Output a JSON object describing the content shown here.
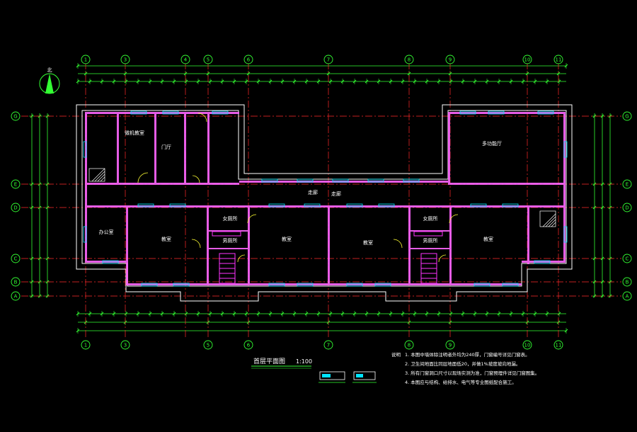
{
  "drawing": {
    "title": "首层平面图",
    "scale": "1:100",
    "north_label": "北"
  },
  "colors": {
    "background": "#000000",
    "axis": "#ff2a2a",
    "wall": "#ffffff",
    "wall_fill": "#ff66ff",
    "dimension": "#33ff33",
    "window": "#00e5ff",
    "door": "#ffff33",
    "text": "#ffffff",
    "fixture": "#ff33ff"
  },
  "axes_top": [
    "1",
    "3",
    "4",
    "5",
    "6",
    "7",
    "8",
    "9",
    "10",
    "11"
  ],
  "axes_bottom": [
    "1",
    "3",
    "5",
    "6",
    "7",
    "8",
    "9",
    "10",
    "11"
  ],
  "axes_side": [
    "G",
    "E",
    "D",
    "C",
    "B",
    "A"
  ],
  "rooms": [
    {
      "id": "r1",
      "label": "微机教室"
    },
    {
      "id": "r2",
      "label": "门厅"
    },
    {
      "id": "r3",
      "label": "教室"
    },
    {
      "id": "r4",
      "label": "教室"
    },
    {
      "id": "r5",
      "label": "教室"
    },
    {
      "id": "r6",
      "label": "教室"
    },
    {
      "id": "r7",
      "label": "多功能厅"
    },
    {
      "id": "r8",
      "label": "女厕所"
    },
    {
      "id": "r9",
      "label": "男厕所"
    },
    {
      "id": "r10",
      "label": "女厕所"
    },
    {
      "id": "r11",
      "label": "男厕所"
    },
    {
      "id": "r12",
      "label": "办公室"
    },
    {
      "id": "r13",
      "label": "走廊"
    },
    {
      "id": "r14",
      "label": "走廊"
    }
  ],
  "notes": {
    "header": "说明",
    "lines": [
      "1. 本图中墙体除注明者外均为240厚，门窗编号详见门窗表。",
      "2. 卫生间地面比同层地面低20，并做1%坡度坡向地漏。",
      "3. 所有门窗洞口尺寸以现场实测为准，门窗预埋件详见门窗图集。",
      "4. 本图应与结构、给排水、电气等专业图纸配合施工。"
    ]
  }
}
